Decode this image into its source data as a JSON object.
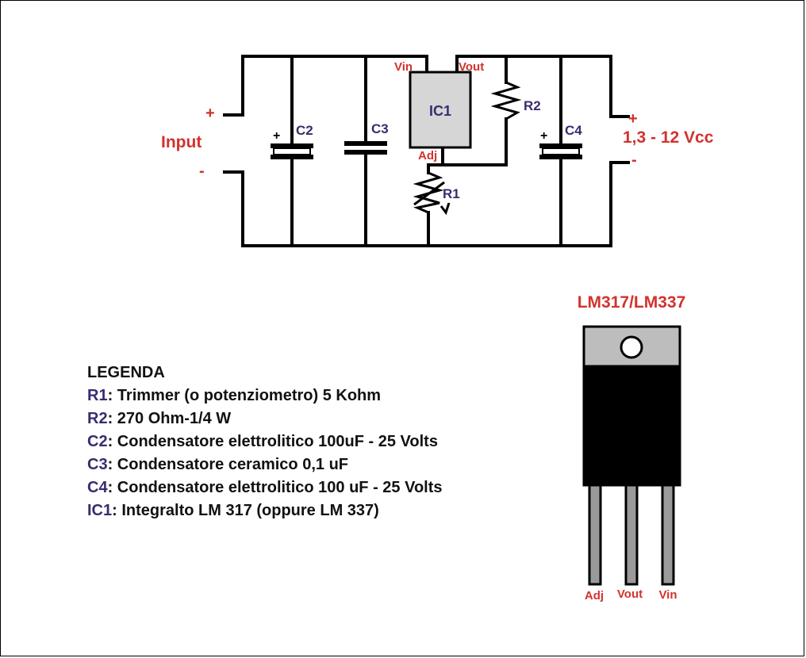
{
  "circuit": {
    "input_plus": "+",
    "input_label": "Input",
    "input_minus": "-",
    "output_plus": "+",
    "output_label": "1,3 - 12 Vcc",
    "output_minus": "-",
    "c2_plus": "+",
    "c2_label": "C2",
    "c3_label": "C3",
    "c4_plus": "+",
    "c4_label": "C4",
    "ic1_label": "IC1",
    "vin_label": "Vin",
    "vout_label": "Vout",
    "adj_label": "Adj",
    "r1_label": "R1",
    "r2_label": "R2"
  },
  "package": {
    "title": "LM317/LM337",
    "pins": [
      "Adj",
      "Vout",
      "Vin"
    ]
  },
  "legend": {
    "title": "LEGENDA",
    "items": [
      {
        "key": "R1",
        "text": ": Trimmer (o potenziometro)  5 Kohm"
      },
      {
        "key": "R2",
        "text": ": 270 Ohm-1/4 W"
      },
      {
        "key": "C2",
        "text": ": Condensatore elettrolitico 100uF - 25 Volts"
      },
      {
        "key": "C3",
        "text": ": Condensatore ceramico 0,1 uF"
      },
      {
        "key": "C4",
        "text": ": Condensatore elettrolitico 100 uF - 25 Volts"
      },
      {
        "key": "IC1",
        "text": ": Integralto LM 317 (oppure LM 337)"
      }
    ]
  },
  "colors": {
    "label_red": "#d2322d",
    "label_blue": "#3b2b6e",
    "ic_fill": "#d6d6d6",
    "package_tab": "#bdbdbd",
    "package_body": "#000000",
    "pin_fill": "#9a9a9a"
  }
}
